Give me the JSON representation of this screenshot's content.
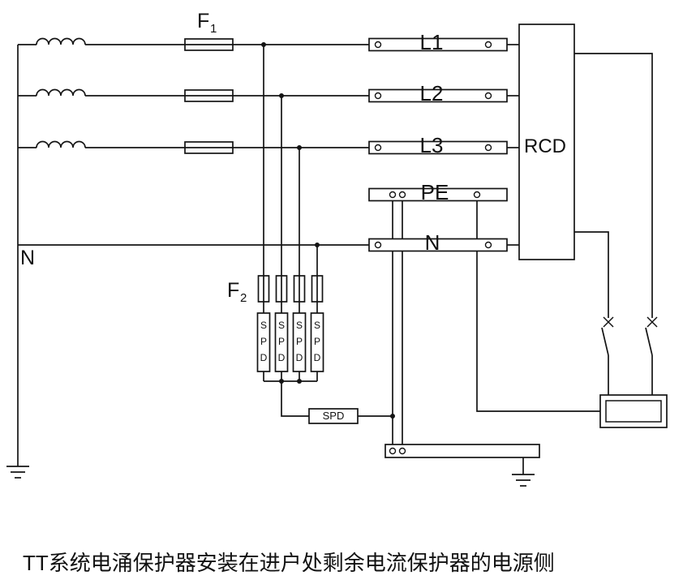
{
  "diagram": {
    "caption": "TT系统电涌保护器安装在进户处剩余电流保护器的电源侧",
    "source_neutral_label": "N",
    "fuse_group_1": {
      "name": "F",
      "sub": "1"
    },
    "fuse_group_2": {
      "name": "F",
      "sub": "2"
    },
    "busbars": [
      "L1",
      "L2",
      "L3",
      "PE",
      "N"
    ],
    "rcd_label": "RCD",
    "spd_unit_letters": [
      "S",
      "P",
      "D"
    ],
    "spd_bottom_label": "SPD",
    "colors": {
      "line_color": "#141414",
      "background": "#ffffff"
    }
  }
}
